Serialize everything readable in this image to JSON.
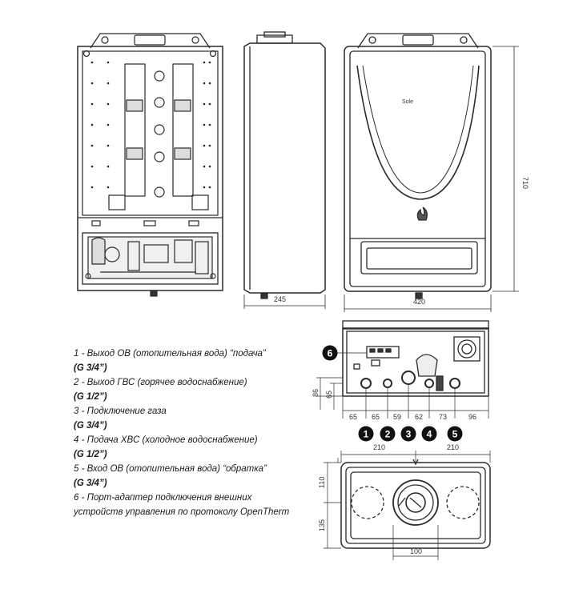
{
  "dimensions": {
    "side_depth": "245",
    "front_width": "420",
    "front_height": "710",
    "bottom_offset_86": "86",
    "bottom_offset_65": "65",
    "spacing": [
      "65",
      "65",
      "59",
      "62",
      "73",
      "96"
    ],
    "plan_left": "210",
    "plan_right": "210",
    "plan_top": "110",
    "plan_bottom": "135",
    "flue_width": "100"
  },
  "markers": [
    "1",
    "2",
    "3",
    "4",
    "5"
  ],
  "marker_6": "6",
  "brand_mark": "Sole",
  "legend": [
    {
      "text": "1 - Выход ОВ (отопительная вода) “подача”",
      "thread": "(G 3/4”)"
    },
    {
      "text": "2 - Выход ГВС (горячее водоснабжение)",
      "thread": "(G 1/2”)"
    },
    {
      "text": "3 - Подключение газа",
      "thread": "(G 3/4”)"
    },
    {
      "text": "4 - Подача ХВС (холодное водоснабжение)",
      "thread": "(G 1/2”)"
    },
    {
      "text": "5 - Вход ОВ (отопительная вода) “обратка”",
      "thread": "(G 3/4”)"
    },
    {
      "text": "6 - Порт-адаптер подключения внешних устройств управления по протоколу OpenTherm",
      "thread": ""
    }
  ],
  "colors": {
    "line": "#2a2a2a",
    "marker_fill": "#111111",
    "fill_light": "#f4f4f4"
  }
}
